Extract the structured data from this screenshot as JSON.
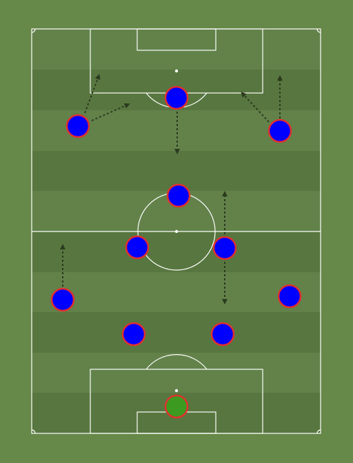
{
  "colors": {
    "grass": "#668848",
    "stripe_light": "#62824a",
    "stripe_dark": "#587740",
    "lines": "#ffffff",
    "arrow": "#2b3a1e",
    "player_fill": "#0000ff",
    "player_border": "#e0302e",
    "keeper_fill": "#3c9a20"
  },
  "players": [
    {
      "id": "gk",
      "role": "goalkeeper",
      "icon": "goalkeeper-marker"
    },
    {
      "id": "lb",
      "role": "outfield",
      "icon": "player-marker"
    },
    {
      "id": "lcb",
      "role": "outfield",
      "icon": "player-marker"
    },
    {
      "id": "rcb",
      "role": "outfield",
      "icon": "player-marker"
    },
    {
      "id": "rb",
      "role": "outfield",
      "icon": "player-marker"
    },
    {
      "id": "lcm",
      "role": "outfield",
      "icon": "player-marker"
    },
    {
      "id": "rcm",
      "role": "outfield",
      "icon": "player-marker"
    },
    {
      "id": "am",
      "role": "outfield",
      "icon": "player-marker"
    },
    {
      "id": "lw",
      "role": "outfield",
      "icon": "player-marker"
    },
    {
      "id": "st",
      "role": "outfield",
      "icon": "player-marker"
    },
    {
      "id": "rw",
      "role": "outfield",
      "icon": "player-marker"
    }
  ],
  "runs": [
    {
      "from": "lb",
      "direction": "forward"
    },
    {
      "from": "rcm",
      "direction": "forward"
    },
    {
      "from": "rcm",
      "direction": "back"
    },
    {
      "from": "st",
      "direction": "back"
    },
    {
      "from": "lw",
      "direction": "diagonal-in"
    },
    {
      "from": "lw",
      "direction": "into-box"
    },
    {
      "from": "rw",
      "direction": "forward"
    },
    {
      "from": "rw",
      "direction": "into-box"
    }
  ]
}
